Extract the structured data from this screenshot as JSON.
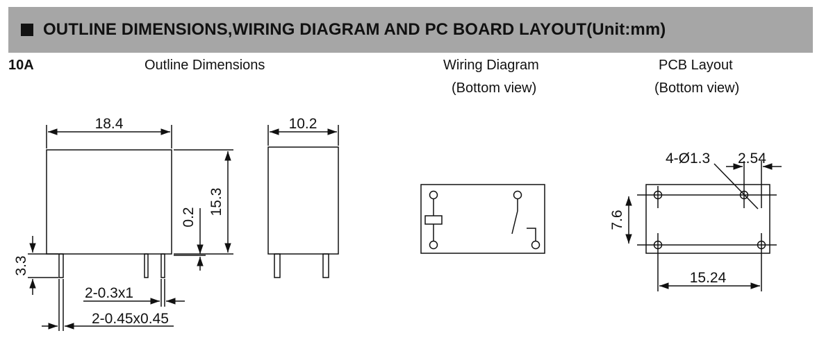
{
  "header": {
    "title": "OUTLINE DIMENSIONS,WIRING DIAGRAM AND PC BOARD LAYOUT(Unit:mm)"
  },
  "model": "10A",
  "sections": {
    "outline": "Outline Dimensions",
    "wiring": "Wiring Diagram",
    "wiring_sub": "(Bottom view)",
    "pcb": "PCB Layout",
    "pcb_sub": "(Bottom view)"
  },
  "dimensions": {
    "width": "18.4",
    "depth": "10.2",
    "height": "15.3",
    "standoff": "0.2",
    "pin_length": "3.3",
    "pin_small": "2-0.3x1",
    "pin_large": "2-0.45x0.45",
    "hole": "4-Ø1.3",
    "pitch_small": "2.54",
    "pitch_vertical": "7.6",
    "pitch_horizontal": "15.24"
  },
  "colors": {
    "header_bg": "#a6a6a6",
    "ink": "#111111"
  }
}
